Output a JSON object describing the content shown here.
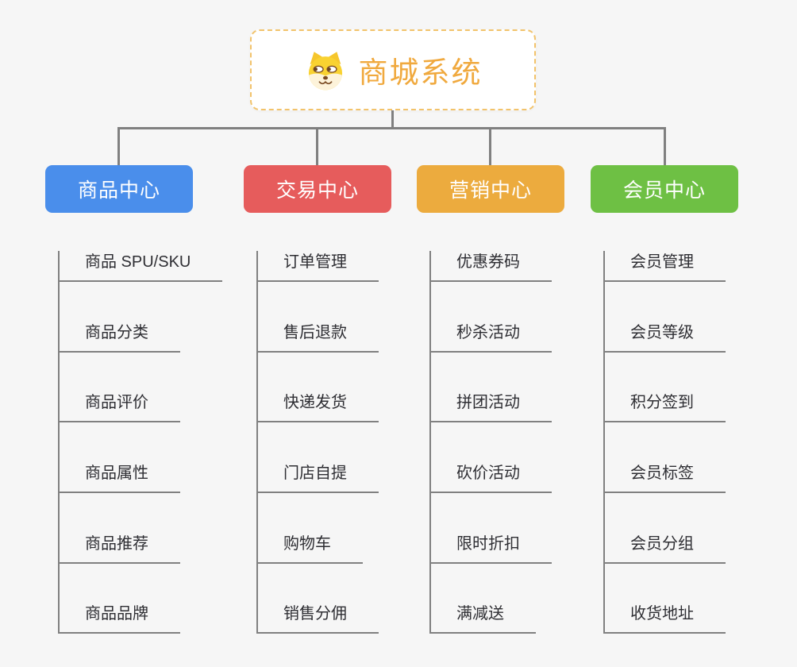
{
  "root": {
    "title": "商城系统",
    "icon": "dog-face-icon"
  },
  "branches": [
    {
      "label": "商品中心",
      "color": "#4a8eeb",
      "children": [
        "商品 SPU/SKU",
        "商品分类",
        "商品评价",
        "商品属性",
        "商品推荐",
        "商品品牌"
      ]
    },
    {
      "label": "交易中心",
      "color": "#e65c5c",
      "children": [
        "订单管理",
        "售后退款",
        "快递发货",
        "门店自提",
        "购物车",
        "销售分佣"
      ]
    },
    {
      "label": "营销中心",
      "color": "#ecab3e",
      "children": [
        "优惠券码",
        "秒杀活动",
        "拼团活动",
        "砍价活动",
        "限时折扣",
        "满减送"
      ]
    },
    {
      "label": "会员中心",
      "color": "#6ec044",
      "children": [
        "会员管理",
        "会员等级",
        "积分签到",
        "会员标签",
        "会员分组",
        "收货地址"
      ]
    }
  ],
  "colors": {
    "background": "#f6f6f6",
    "connector": "#808080",
    "root_border": "#f2c36b",
    "root_text": "#f0a93e",
    "item_text": "#2e2e33"
  }
}
